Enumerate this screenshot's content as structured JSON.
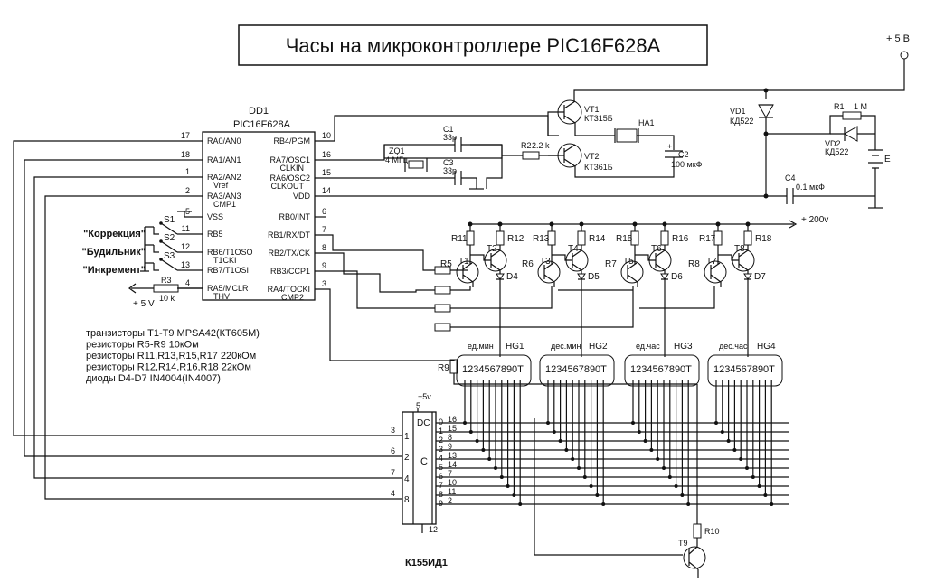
{
  "title": "Часы на микроконтроллере PIC16F628A",
  "supply_5v": "+ 5 В",
  "supply_200v": "+ 200v",
  "supply_5v_left": "+ 5 V",
  "mcu": {
    "ref": "DD1",
    "part": "PIC16F628A",
    "left_pins": [
      {
        "num": "17",
        "name": "RA0/AN0"
      },
      {
        "num": "18",
        "name": "RA1/AN1"
      },
      {
        "num": "1",
        "name": "RA2/AN2",
        "sub": "Vref"
      },
      {
        "num": "2",
        "name": "RA3/AN3",
        "sub": "CMP1"
      },
      {
        "num": "5",
        "name": "VSS"
      },
      {
        "num": "11",
        "name": "RB5"
      },
      {
        "num": "12",
        "name": "RB6/T1OSO",
        "sub": "T1CKI"
      },
      {
        "num": "13",
        "name": "RB7/T1OSI"
      },
      {
        "num": "4",
        "name": "RA5/MCLR",
        "sub": "THV"
      }
    ],
    "right_pins": [
      {
        "num": "10",
        "name": "RB4/PGM"
      },
      {
        "num": "16",
        "name": "RA7/OSC1",
        "sub": "CLKIN"
      },
      {
        "num": "15",
        "name": "RA6/OSC2",
        "sub": "CLKOUT"
      },
      {
        "num": "14",
        "name": "VDD"
      },
      {
        "num": "6",
        "name": "RB0/INT"
      },
      {
        "num": "7",
        "name": "RB1/RX/DT"
      },
      {
        "num": "8",
        "name": "RB2/TX/CK"
      },
      {
        "num": "9",
        "name": "RB3/CCP1"
      },
      {
        "num": "3",
        "name": "RA4/TOCKI",
        "sub": "CMP2"
      }
    ]
  },
  "buttons": [
    {
      "ref": "S1",
      "label": "\"Коррекция\""
    },
    {
      "ref": "S2",
      "label": "\"Будильник\""
    },
    {
      "ref": "S3",
      "label": "\"Инкремент\""
    }
  ],
  "r3": {
    "ref": "R3",
    "value": "10 k"
  },
  "crystal": {
    "ref": "ZQ1",
    "value": "4 МГц"
  },
  "c1": {
    "ref": "C1",
    "value": "33p"
  },
  "c3": {
    "ref": "C3",
    "value": "33p"
  },
  "r2": {
    "ref": "R2",
    "value": "2.2 k"
  },
  "vt1": {
    "ref": "VT1",
    "part": "КТ315Б"
  },
  "vt2": {
    "ref": "VT2",
    "part": "КТ361Б"
  },
  "ha1": {
    "ref": "HA1"
  },
  "c2": {
    "ref": "C2",
    "value": "100 мкФ",
    "plus": "+"
  },
  "vd1": {
    "ref": "VD1",
    "part": "КД522"
  },
  "vd2": {
    "ref": "VD2",
    "part": "КД522"
  },
  "r1": {
    "ref": "R1",
    "value": "1 М"
  },
  "battery": {
    "ref": "E"
  },
  "c4": {
    "ref": "C4",
    "value": "0.1 мкФ"
  },
  "stages": [
    {
      "rb": "R5",
      "rup": "R11",
      "rc": "R12",
      "tb": "T1",
      "tc": "T2",
      "d": "D4"
    },
    {
      "rb": "R6",
      "rup": "R13",
      "rc": "R14",
      "tb": "T3",
      "tc": "T4",
      "d": "D5"
    },
    {
      "rb": "R7",
      "rup": "R15",
      "rc": "R16",
      "tb": "T5",
      "tc": "T6",
      "d": "D6"
    },
    {
      "rb": "R8",
      "rup": "R17",
      "rc": "R18",
      "tb": "T7",
      "tc": "T8",
      "d": "D7"
    }
  ],
  "r9": "R9",
  "r10": "R10",
  "t9": "T9",
  "notes": [
    "транзисторы T1-T9 MPSA42(КТ605М)",
    "резисторы R5-R9 10кОм",
    "резисторы R11,R13,R15,R17 220кОм",
    "резисторы R12,R14,R16,R18 22кОм",
    "диоды D4-D7  IN4004(IN4007)"
  ],
  "indicators": [
    {
      "ref": "HG1",
      "caption": "ед.мин"
    },
    {
      "ref": "HG2",
      "caption": "дес.мин"
    },
    {
      "ref": "HG3",
      "caption": "ед.час"
    },
    {
      "ref": "HG4",
      "caption": "дес.час"
    }
  ],
  "digits": "1234567890T",
  "decoder": {
    "part": "К155ИД1",
    "dc_label": "DC",
    "c_label": "C",
    "supply": "+5v",
    "supply_pin": "5",
    "gnd_pin": "12",
    "inputs": [
      {
        "weight": "1",
        "pin": "3"
      },
      {
        "weight": "2",
        "pin": "6"
      },
      {
        "weight": "4",
        "pin": "7"
      },
      {
        "weight": "8",
        "pin": "4"
      }
    ],
    "outputs": [
      {
        "digit": "0",
        "pin": "16"
      },
      {
        "digit": "1",
        "pin": "15"
      },
      {
        "digit": "2",
        "pin": "8"
      },
      {
        "digit": "3",
        "pin": "9"
      },
      {
        "digit": "4",
        "pin": "13"
      },
      {
        "digit": "5",
        "pin": "14"
      },
      {
        "digit": "6",
        "pin": "7"
      },
      {
        "digit": "7",
        "pin": "10"
      },
      {
        "digit": "8",
        "pin": "11"
      },
      {
        "digit": "9",
        "pin": "2"
      }
    ]
  }
}
